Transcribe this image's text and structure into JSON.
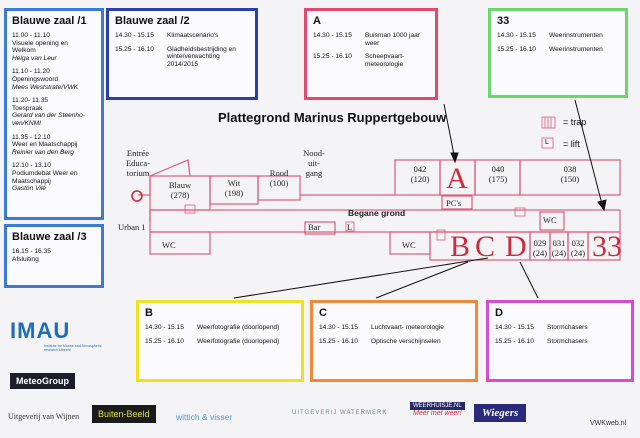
{
  "plan": {
    "title": "Plattegrond Marinus Ruppertgebouw",
    "entrance": "Entrée Educa- torium",
    "urban": "Urban 1",
    "noodingang": "Nood- uit- gang",
    "begane": "Begane grond",
    "pcs": "PC's",
    "bar": "Bar",
    "rooms": [
      {
        "name": "Blauw",
        "num": "(278)"
      },
      {
        "name": "Wit",
        "num": "(198)"
      },
      {
        "name": "Rood",
        "num": "(100)"
      },
      {
        "name": "042",
        "num": "(120)"
      },
      {
        "name": "040",
        "num": "(175)"
      },
      {
        "name": "038",
        "num": "(150)"
      },
      {
        "name": "029",
        "num": "(24)"
      },
      {
        "name": "031",
        "num": "(24)"
      },
      {
        "name": "032",
        "num": "(24)"
      }
    ],
    "letters": {
      "a": "A",
      "b": "B",
      "c": "C",
      "d": "D",
      "n33": "33"
    },
    "wc": "WC",
    "lift_mark": "L",
    "legend": {
      "trap": "= trap",
      "lift": "= lift",
      "lift_mark": "L"
    }
  },
  "boxes": {
    "blauw1": {
      "title": "Blauwe zaal /1",
      "sessions": [
        {
          "time": "11.00 - 11.10",
          "lines": [
            "Visuele opening en",
            "Welkom"
          ],
          "speaker": "Helga van Leur"
        },
        {
          "time": "11.10 - 11.20",
          "lines": [
            "Openingswoord"
          ],
          "speaker": "Mees Weststrate/VWK"
        },
        {
          "time": "11.20- 11.35",
          "lines": [
            "Toespraak"
          ],
          "speaker": "Gerard van der Steenho- ven/KNMI"
        },
        {
          "time": "11.35 - 12.10",
          "lines": [
            "Weer en Maatschappij"
          ],
          "speaker": "Reinier van den Berg"
        },
        {
          "time": "12.10 - 13.10",
          "lines": [
            "Podiumdebat Weer en",
            "Maatschappij"
          ],
          "speaker": "Gaston Vilé"
        }
      ]
    },
    "blauw2": {
      "title": "Blauwe zaal /2",
      "rows": [
        {
          "time": "14.30 - 15.15",
          "desc": "Klimaatscenario's"
        },
        {
          "time": "15.25 - 16.10",
          "desc": "Gladheidsbestrijding en winterverwachting 2014/2015"
        }
      ]
    },
    "blauw3": {
      "title": "Blauwe zaal /3",
      "time": "16.15 - 16.35",
      "desc": "Afsluiting"
    },
    "a": {
      "title": "A",
      "rows": [
        {
          "time": "14.30 - 15.15",
          "desc": "Buisman 1000 jaar weer"
        },
        {
          "time": "15.25 - 16.10",
          "desc": "Scheepvaart- meteorologie"
        }
      ]
    },
    "n33": {
      "title": "33",
      "rows": [
        {
          "time": "14.30 - 15.15",
          "desc": "Weerinstrumenten"
        },
        {
          "time": "15.25 - 16.10",
          "desc": "Weerinstrumenten"
        }
      ]
    },
    "b": {
      "title": "B",
      "rows": [
        {
          "time": "14.30 - 15.15",
          "desc": "Weerfotografie (doorlopend)"
        },
        {
          "time": "15.25 - 16.10",
          "desc": "Weerfotografie (doorlopend)"
        }
      ]
    },
    "c": {
      "title": "C",
      "rows": [
        {
          "time": "14.30 - 15.15",
          "desc": "Luchtvaart- meteorologie"
        },
        {
          "time": "15.25 - 16.10",
          "desc": "Optische verschijnselen"
        }
      ]
    },
    "d": {
      "title": "D",
      "rows": [
        {
          "time": "14.30 - 15.15",
          "desc": "Stormchasers"
        },
        {
          "time": "15.25 - 16.10",
          "desc": "Stormchasers"
        }
      ]
    }
  },
  "logos": {
    "imau": "IMAU",
    "imau_sub": "Institute for Marine and Atmospheric research Utrecht",
    "meteogroup": "MeteoGroup",
    "wijnen": "Uitgeverij van Wijnen",
    "buitenbeeld": "Buiten-Beeld",
    "wittich": "wittich & visser",
    "watermerk": "UITGEVERIJ WATERMERK",
    "weerhuisje": "WEERHUISJE.NL",
    "weerhuisje_tag": "Meer met weer!",
    "wiegers": "Wiegers",
    "vwk": "VWKweb.nl"
  },
  "colors": {
    "plan_line": "#e05a7a",
    "letter_red": "#d4283c",
    "blue": "#3a7bd5",
    "green": "#6bd66b",
    "yellow": "#f0e020",
    "orange": "#f08a3a",
    "magenta": "#d84ad0"
  }
}
